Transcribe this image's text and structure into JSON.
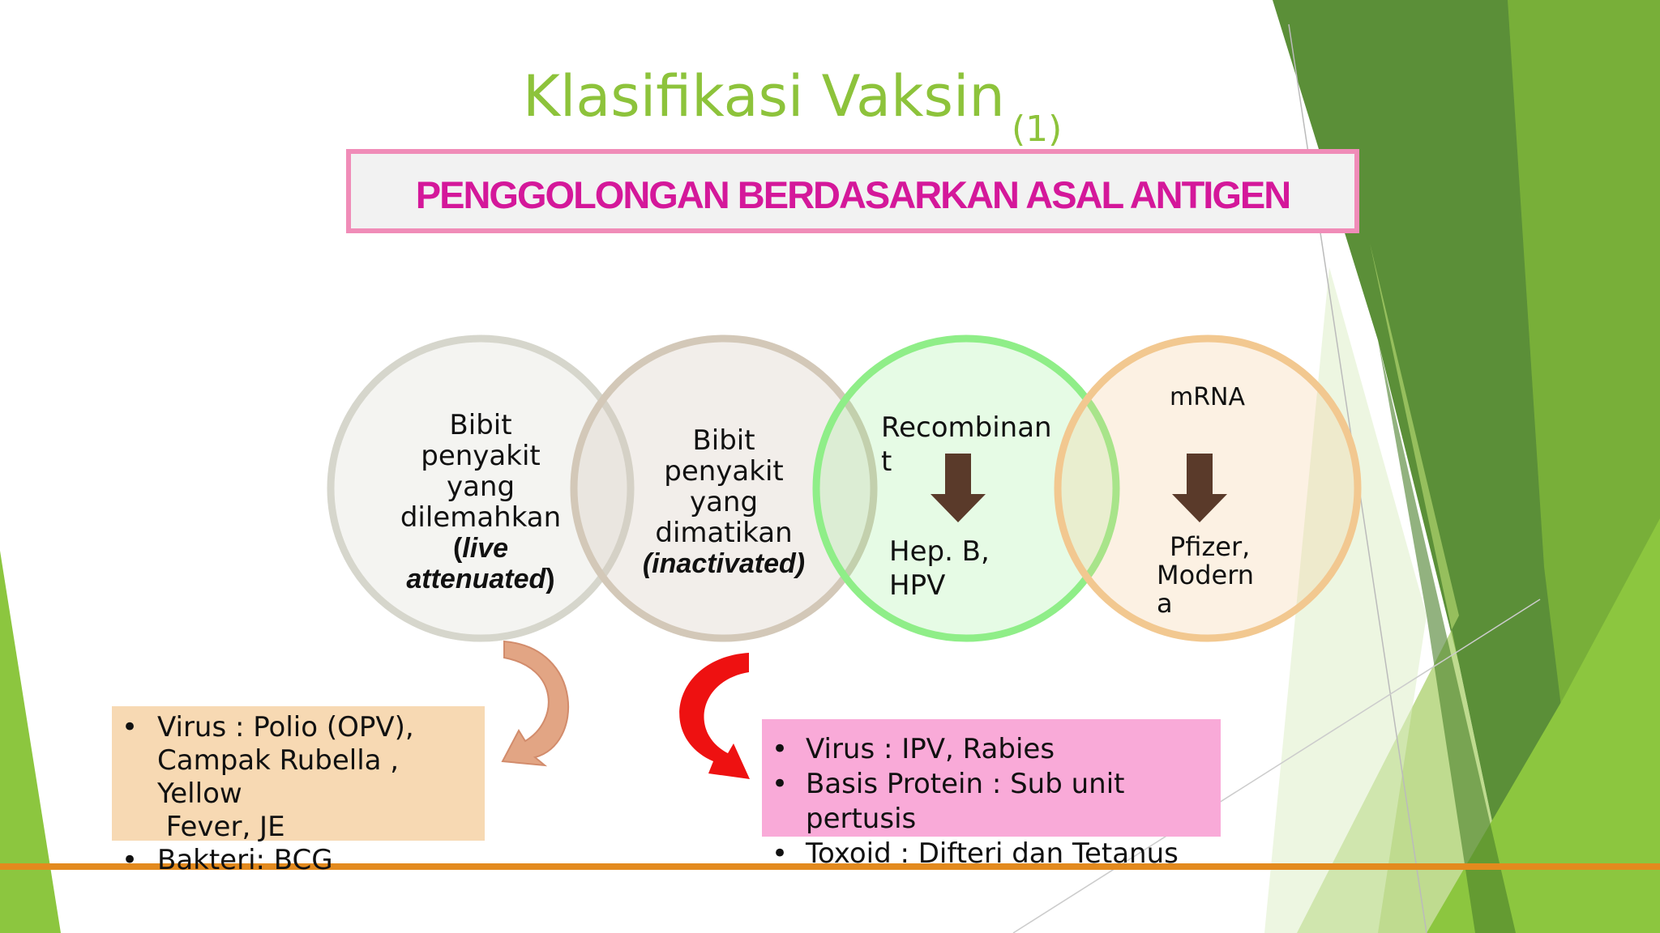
{
  "title": {
    "main": "Klasifikasi Vaksin",
    "number": "(1)"
  },
  "subtitle": "PENGGOLONGAN BERDASARKAN ASAL ANTIGEN",
  "circles": [
    {
      "lines": [
        "Bibit",
        "penyakit",
        "yang",
        "dilemahkan"
      ],
      "open": "(",
      "italic": "live",
      "italic2": "attenuated",
      "close": ")"
    },
    {
      "lines": [
        "Bibit",
        "penyakit",
        "yang",
        "dimatikan"
      ],
      "italic_paren": "(inactivated)"
    },
    {
      "top_lines": [
        "Recombinan",
        "t"
      ],
      "bottom_lines": [
        "Hep. B,",
        "HPV"
      ]
    },
    {
      "top": "mRNA",
      "bottom_lines": [
        "Pfizer,",
        "Modern",
        "a"
      ]
    }
  ],
  "live_box": {
    "items": [
      {
        "bullet": "•",
        "lines": [
          "Virus : Polio (OPV),",
          "Campak Rubella , Yellow",
          " Fever, JE"
        ]
      },
      {
        "bullet": "•",
        "lines": [
          "Bakteri: BCG"
        ]
      }
    ]
  },
  "inactivated_box": {
    "items": [
      {
        "bullet": "•",
        "text": "Virus : IPV, Rabies"
      },
      {
        "bullet": "•",
        "text": "Basis Protein : Sub unit pertusis"
      },
      {
        "bullet": "•",
        "text": "Toxoid : Difteri dan Tetanus"
      }
    ]
  },
  "colors": {
    "title": "#8dc33b",
    "subtitle_text": "#d4189a",
    "subtitle_border": "#f08cb8",
    "circle_1": "#d6d6cc",
    "circle_2": "#d3c8b8",
    "circle_3": "#8fee88",
    "circle_4": "#f2c890",
    "live_box_bg": "#f7d9b3",
    "inactivated_box_bg": "#f9aad8",
    "arrow_brown": "#5a3a2a",
    "divider": "#e38a1e",
    "decor_green": "#5a9a2e"
  }
}
